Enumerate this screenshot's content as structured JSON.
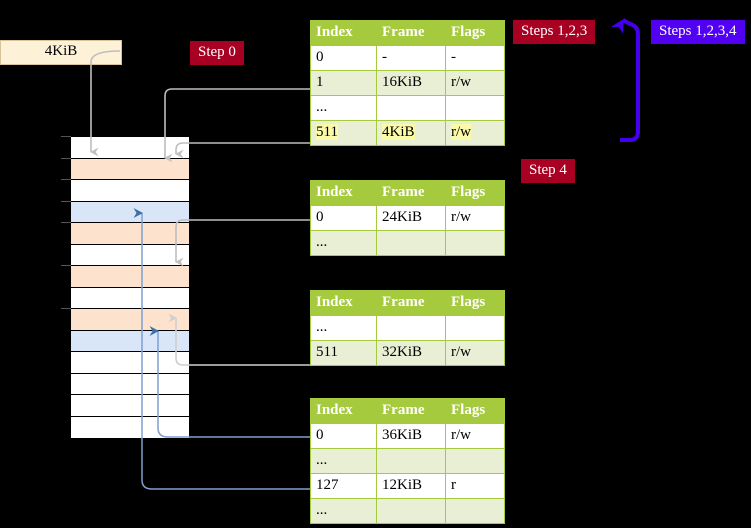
{
  "labels": {
    "kib_box": "4KiB",
    "step0": "Step 0",
    "step4": "Step 4",
    "steps123": "Steps 1,2,3",
    "steps1234": "Steps 1,2,3,4"
  },
  "colors": {
    "badge_red": "#a80022",
    "badge_blue": "#5100f2",
    "table_header": "#a6ca3e",
    "table_alt_row": "#e9efd5",
    "highlight": "#fbfaa8",
    "mem_orange": "#fde3ce",
    "mem_blue": "#d9e6f7",
    "kib_box_bg": "#fdf1d8",
    "connector_gray": "#b0b0b0",
    "connector_blue": "#7f9fd0"
  },
  "columns": [
    "Index",
    "Frame",
    "Flags"
  ],
  "tables": [
    {
      "id": "pml4-table",
      "rows": [
        {
          "style": "plain",
          "highlight": false,
          "cells": [
            "0",
            "-",
            "-"
          ]
        },
        {
          "style": "alt",
          "highlight": false,
          "cells": [
            "1",
            "16KiB",
            "r/w"
          ]
        },
        {
          "style": "plain",
          "highlight": false,
          "cells": [
            "...",
            "",
            ""
          ]
        },
        {
          "style": "alt",
          "highlight": true,
          "cells": [
            "511",
            "4KiB",
            "r/w"
          ]
        }
      ]
    },
    {
      "id": "pdpt-table",
      "rows": [
        {
          "style": "plain",
          "highlight": false,
          "cells": [
            "0",
            "24KiB",
            "r/w"
          ]
        },
        {
          "style": "alt",
          "highlight": false,
          "cells": [
            "...",
            "",
            ""
          ]
        }
      ]
    },
    {
      "id": "pd-table",
      "rows": [
        {
          "style": "plain",
          "highlight": false,
          "cells": [
            "...",
            "",
            ""
          ]
        },
        {
          "style": "alt",
          "highlight": false,
          "cells": [
            "511",
            "32KiB",
            "r/w"
          ]
        }
      ]
    },
    {
      "id": "pt-table",
      "rows": [
        {
          "style": "plain",
          "highlight": false,
          "cells": [
            "0",
            "36KiB",
            "r/w"
          ]
        },
        {
          "style": "alt",
          "highlight": false,
          "cells": [
            "...",
            "",
            ""
          ]
        },
        {
          "style": "plain",
          "highlight": false,
          "cells": [
            "127",
            "12KiB",
            "r"
          ]
        },
        {
          "style": "alt",
          "highlight": false,
          "cells": [
            "...",
            "",
            ""
          ]
        }
      ]
    }
  ],
  "memory_rows": [
    {
      "fill": "white"
    },
    {
      "fill": "orange"
    },
    {
      "fill": "white"
    },
    {
      "fill": "bluecell"
    },
    {
      "fill": "orange"
    },
    {
      "fill": "white"
    },
    {
      "fill": "orange"
    },
    {
      "fill": "white"
    },
    {
      "fill": "orange"
    },
    {
      "fill": "bluecell"
    },
    {
      "fill": "white"
    },
    {
      "fill": "white"
    },
    {
      "fill": "white"
    },
    {
      "fill": "white"
    }
  ]
}
